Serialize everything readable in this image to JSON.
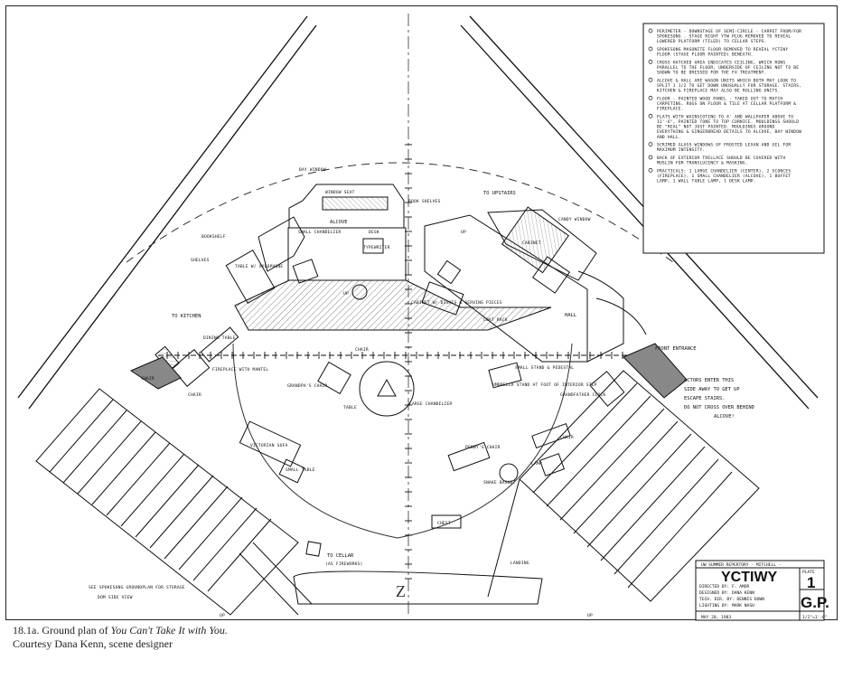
{
  "caption": {
    "number": "18.1a.",
    "lead": "Ground plan of",
    "play_title": "You Can't Take It with You.",
    "credit": "Courtesy Dana Kenn, scene designer"
  },
  "notes": [
    "PERIMETER - DOWNSTAGE OF SEMI-CIRCLE - CARPET FROM/FOR SPOKESONG - STAGE RIGHT YTW PLUG REMOVED TO REVEAL LOWERED PLATFORM (TILED) TO CELLAR STEPS.",
    "SPOKESONG MASONITE FLOOR REMOVED TO REVEAL YCTIWY FLOOR (STAGE FLOOR PAINTED) BENEATH.",
    "CROSS HATCHED AREA INDICATES CEILING, WHICH RUNS PARALLEL TO THE FLOOR, UNDERSIDE OF CEILING NOT TO BE SHOWN TO BE DRESSED FOR THE FX TREATMENT.",
    "ALCOVE & HALL ARE WAGON UNITS WHICH BOTH MAY LOOK TO SPLIT 1 1/2 TO GET DOWN UNUSUALLY FOR STORAGE. STAIRS, KITCHEN & FIREPLACE MAY ALSO BE ROLLING UNITS.",
    "FLOOR - PAINTED WOOD PANEL - TAKED OUT TO MATCH CARPETING, RUGS ON FLOOR & TILE AT CELLAR PLATFORM & FIREPLACE.",
    "FLATS WITH WAINSCOTING TO 4' AND WALLPAPER ABOVE TO 11'-6\", PAINTED TONE TO TOP CORNICE. MOULDINGS SHOULD BE \"REAL\" NOT JUST PAINTED. MOULDINGS AROUND EVERYTHING & GINGERBREAD DETAILS TO ALCOVE, BAY WINDOW AND HALL.",
    "SCRIMED GLASS WINDOWS OF FROSTED LEXAN AND GEL FOR MAXIMUM INTENSITY.",
    "BACK OF EXTERIOR TRELLACE SHOULD BE COVERED WITH MUSLIN FOR TRANSLUCENCY & MASKING.",
    "PRACTICALS: 1 LARGE CHANDELIER (CENTER), 2 SCONCES (FIREPLACE), 1 SMALL CHANDELIER (ALCOVE), 1 BUFFET LAMP, 1 WALL TABLE LAMP, 1 DESK LAMP."
  ],
  "plan_labels": {
    "bay_window": "BAY WINDOW",
    "window_seat": "WINDOW SEAT",
    "book_shelves": "BOOK SHELVES",
    "to_upstairs": "TO UPSTAIRS",
    "alcove": "ALCOVE",
    "bookshelf": "BOOKSHELF",
    "small_chandelier": "SMALL CHANDELIER",
    "desk": "DESK",
    "typewriter": "TYPEWRITER",
    "cabinet": "CABINET",
    "candy_window": "CANDY WINDOW",
    "shelves": "SHELVES",
    "table_xylophone": "TABLE W/ XYLOPHONE",
    "cabinet_sideboard": "CABINET W/ DISHES & SERVING PIECES",
    "to_kitchen": "TO KITCHEN",
    "fireplace": "FIREPLACE WITH MANTEL",
    "dining_table": "DINING TABLE",
    "chair": "CHAIR",
    "grandpas_chair": "GRANDPA'S CHAIR",
    "table": "TABLE",
    "large_chandelier": "LARGE CHANDELIER",
    "umbrella_stand": "UMBRELLA STAND AT FOOT OF INTERIOR STEP",
    "coat_rack": "COAT RACK",
    "hall": "HALL",
    "front_entrance": "FRONT ENTRANCE",
    "victorian_sofa": "VICTORIAN SOFA",
    "small_table": "SMALL TABLE",
    "pennys_chair": "PENNY'S CHAIR",
    "snake_basket": "SNAKE BASKET",
    "lamp": "LAMP",
    "chest": "CHEST",
    "to_cellar": "TO CELLAR",
    "to_cellar_sub": "(AS FIREWORKS)",
    "landing": "LANDING",
    "grandfather_clock": "GRANDFATHER CLOCK",
    "small_stand_pedestal": "SMALL STAND & PEDESTAL",
    "up": "UP",
    "see_spokesong": "SEE SPOKESONG GROUNDPLAN FOR STORAGE",
    "dom_side_view": "DOM SIDE VIEW",
    "actors_note_1": "ACTORS ENTER THIS",
    "actors_note_2": "SIDE AWAY TO GET UP",
    "actors_note_3": "ESCAPE STAIRS.",
    "actors_note_4": "DO NOT CROSS OVER BEHIND",
    "actors_note_5": "ALCOVE!",
    "center_letter": "Z"
  },
  "title_block": {
    "company": "UW SUMMER REPERTORY - MITCHELL -",
    "show": "YCTIWY",
    "plate_label": "PLATE",
    "plate_number": "1",
    "directed_by": "DIRECTED BY: F. AMOR",
    "designed_by": "DESIGNED BY: DANA KENN",
    "tech_dir": "TECH. DIR. BY: DENNIS DOWN",
    "lighting_by": "LIGHTING BY: MARK NASH",
    "sheet_code": "G.P.",
    "date": "MAY 20, 1983",
    "scale": "1/2\"=1'-0\""
  },
  "colors": {
    "ink": "#111111",
    "paper": "#ffffff",
    "frame": "#222222"
  }
}
